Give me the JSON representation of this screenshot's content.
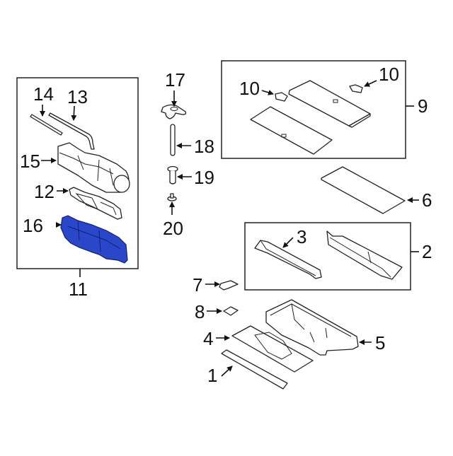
{
  "diagram": {
    "type": "exploded-parts-diagram",
    "highlight_color": "#2a47c9",
    "highlighted_part": "16",
    "groups": [
      {
        "id": "11",
        "label": "11",
        "members": [
          "12",
          "13",
          "14",
          "15",
          "16"
        ]
      },
      {
        "id": "9",
        "label": "9",
        "members": [
          "10",
          "10"
        ]
      },
      {
        "id": "2",
        "label": "2",
        "members": [
          "3"
        ]
      }
    ],
    "callouts": {
      "c1": "1",
      "c2": "2",
      "c3": "3",
      "c4": "4",
      "c5": "5",
      "c6": "6",
      "c7": "7",
      "c8": "8",
      "c9": "9",
      "c10a": "10",
      "c10b": "10",
      "c11": "11",
      "c12": "12",
      "c13": "13",
      "c14": "14",
      "c15": "15",
      "c16": "16",
      "c17": "17",
      "c18": "18",
      "c19": "19",
      "c20": "20"
    }
  }
}
